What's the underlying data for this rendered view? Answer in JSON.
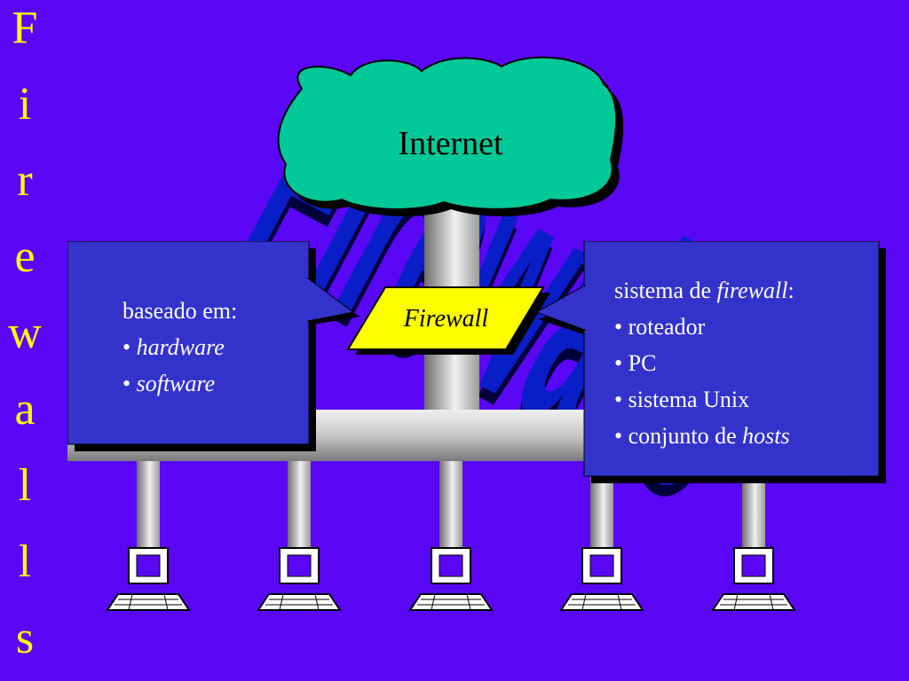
{
  "title": {
    "letters": [
      "F",
      "i",
      "r",
      "e",
      "w",
      "a",
      "l",
      "l",
      "s"
    ]
  },
  "background_word": "Firewalls",
  "cloud": {
    "label": "Internet"
  },
  "firewall": {
    "label": "Firewall"
  },
  "left_box": {
    "heading": "baseado em:",
    "bullets": [
      {
        "bullet": "• ",
        "text": "hardware"
      },
      {
        "bullet": "• ",
        "text": "software"
      }
    ]
  },
  "right_box": {
    "heading_prefix": "sistema de ",
    "heading_italic": "firewall",
    "heading_suffix": ":",
    "bullets": [
      {
        "text": "• roteador"
      },
      {
        "text": "• PC"
      },
      {
        "text": "• sistema Unix"
      },
      {
        "prefix": "• conjunto de ",
        "italic": "hosts"
      }
    ]
  },
  "colors": {
    "background": "#5a07f5",
    "title": "#ffff00",
    "cloud": "#00c896",
    "firewall": "#ffff00",
    "box": "#3333cc",
    "bg_word": "#0a1ec8"
  },
  "computers": [
    {
      "id": 1,
      "icon": "computer-icon"
    },
    {
      "id": 2,
      "icon": "computer-icon"
    },
    {
      "id": 3,
      "icon": "computer-icon"
    },
    {
      "id": 4,
      "icon": "computer-icon"
    },
    {
      "id": 5,
      "icon": "computer-icon"
    }
  ]
}
